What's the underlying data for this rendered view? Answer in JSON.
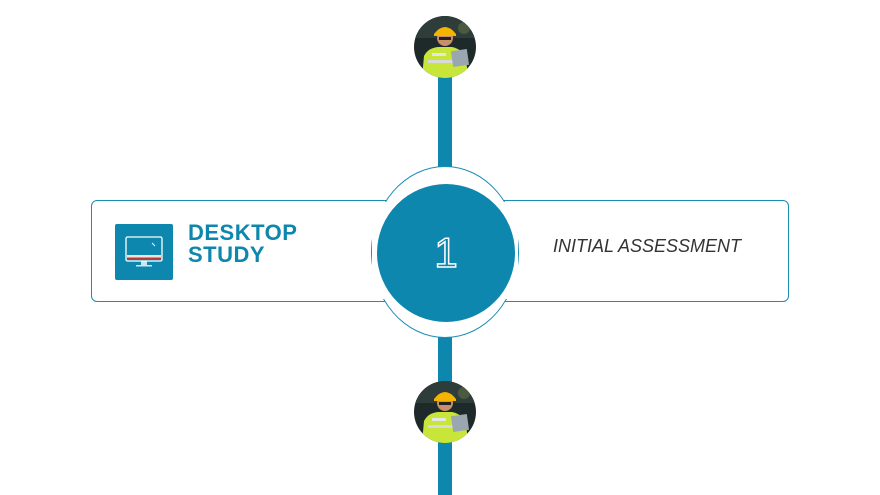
{
  "step": {
    "number": "1",
    "title_line1": "DESKTOP",
    "title_line2": "STUDY",
    "description": "INITIAL ASSESSMENT"
  },
  "colors": {
    "accent": "#0e87ae",
    "text": "#333333"
  },
  "icons": {
    "card_icon": "desktop-monitor-icon",
    "avatar_top": "engineer-avatar",
    "avatar_bottom": "engineer-avatar"
  }
}
